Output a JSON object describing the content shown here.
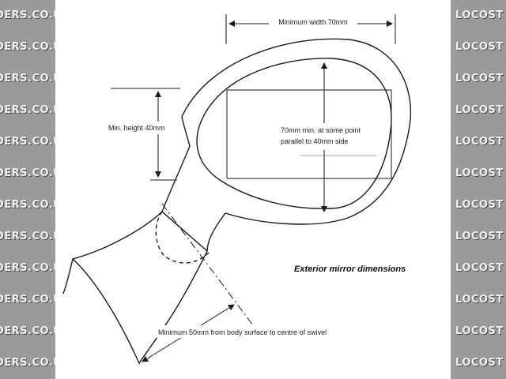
{
  "watermark": {
    "left": [
      "DERS.CO.UK",
      "DERS.CO.UK",
      "DERS.CO.UK",
      "DERS.CO.UK",
      "DERS.CO.UK",
      "DERS.CO.UK",
      "DERS.CO.UK",
      "DERS.CO.UK",
      "DERS.CO.UK",
      "DERS.CO.UK",
      "DERS.CO.UK",
      "DERS.CO.UK"
    ],
    "right": [
      "LOCOST",
      "LOCOST",
      "LOCOST",
      "LOCOST",
      "LOCOST",
      "LOCOST",
      "LOCOST",
      "LOCOST",
      "LOCOST",
      "LOCOST",
      "LOCOST",
      "LOCOST"
    ]
  },
  "diagram": {
    "width_label": "Minimum width 70mm",
    "height_label": "Min. height 40mm",
    "inner_line1": "70mm min. at some point",
    "inner_line2": "parallel to 40mm side",
    "swivel_label": "Minimum 50mm from body surface to centre of swivel",
    "caption": "Exterior mirror dimensions"
  },
  "colors": {
    "background": "#8a8a8a",
    "sheet": "#ffffff",
    "line": "#1a1a1a"
  }
}
